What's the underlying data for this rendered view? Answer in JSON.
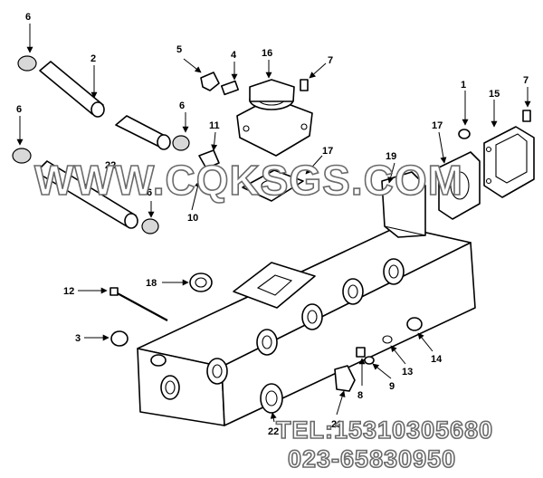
{
  "watermark": {
    "site": "WWW.CQKSGS.COM",
    "tel_line1": "TEL:15310305680",
    "tel_line2": "023-65830950"
  },
  "callouts": [
    "1",
    "2",
    "3",
    "4",
    "5",
    "6",
    "6",
    "6",
    "6",
    "7",
    "7",
    "8",
    "9",
    "10",
    "11",
    "12",
    "13",
    "14",
    "15",
    "16",
    "17",
    "17",
    "18",
    "19",
    "21",
    "22",
    "22"
  ]
}
